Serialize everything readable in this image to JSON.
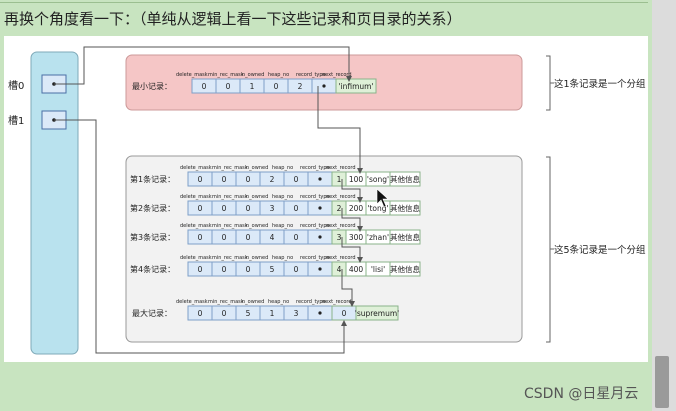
{
  "heading": "再换个角度看一下：（单纯从逻辑上看一下这些记录和页目录的关系）",
  "slots": [
    "槽0",
    "槽1"
  ],
  "header_labels": [
    "delete_mask",
    "min_rec_mask",
    "n_owned",
    "heap_no",
    "record_type",
    "next_record"
  ],
  "min_record": {
    "label": "最小记录：",
    "values": [
      "0",
      "0",
      "1",
      "0",
      "2"
    ],
    "content": "'infimum'"
  },
  "records": [
    {
      "label": "第1条记录：",
      "values": [
        "0",
        "0",
        "0",
        "2",
        "0"
      ],
      "id": "1",
      "num": "100",
      "name": "'song'",
      "other": "其他信息"
    },
    {
      "label": "第2条记录：",
      "values": [
        "0",
        "0",
        "0",
        "3",
        "0"
      ],
      "id": "2",
      "num": "200",
      "name": "'tong'",
      "other": "其他信息"
    },
    {
      "label": "第3条记录：",
      "values": [
        "0",
        "0",
        "0",
        "4",
        "0"
      ],
      "id": "3",
      "num": "300",
      "name": "'zhan'",
      "other": "其他信息"
    },
    {
      "label": "第4条记录：",
      "values": [
        "0",
        "0",
        "0",
        "5",
        "0"
      ],
      "id": "4",
      "num": "400",
      "name": "'lisi'",
      "other": "其他信息"
    }
  ],
  "max_record": {
    "label": "最大记录：",
    "values": [
      "0",
      "0",
      "5",
      "1",
      "3",
      "0"
    ],
    "content": "'supremum'"
  },
  "group_notes": [
    "这1条记录是一个分组",
    "这5条记录是一个分组"
  ],
  "watermark": "CSDN @日星月云",
  "colors": {
    "min_group_bg": "#f5c6c6",
    "max_group_bg": "#f2f2f2",
    "slot_bg": "#b9e2ee",
    "cell_blue": "#dbe9f8",
    "cell_green": "#dff0d8",
    "page_bg": "#c8e4c0"
  }
}
